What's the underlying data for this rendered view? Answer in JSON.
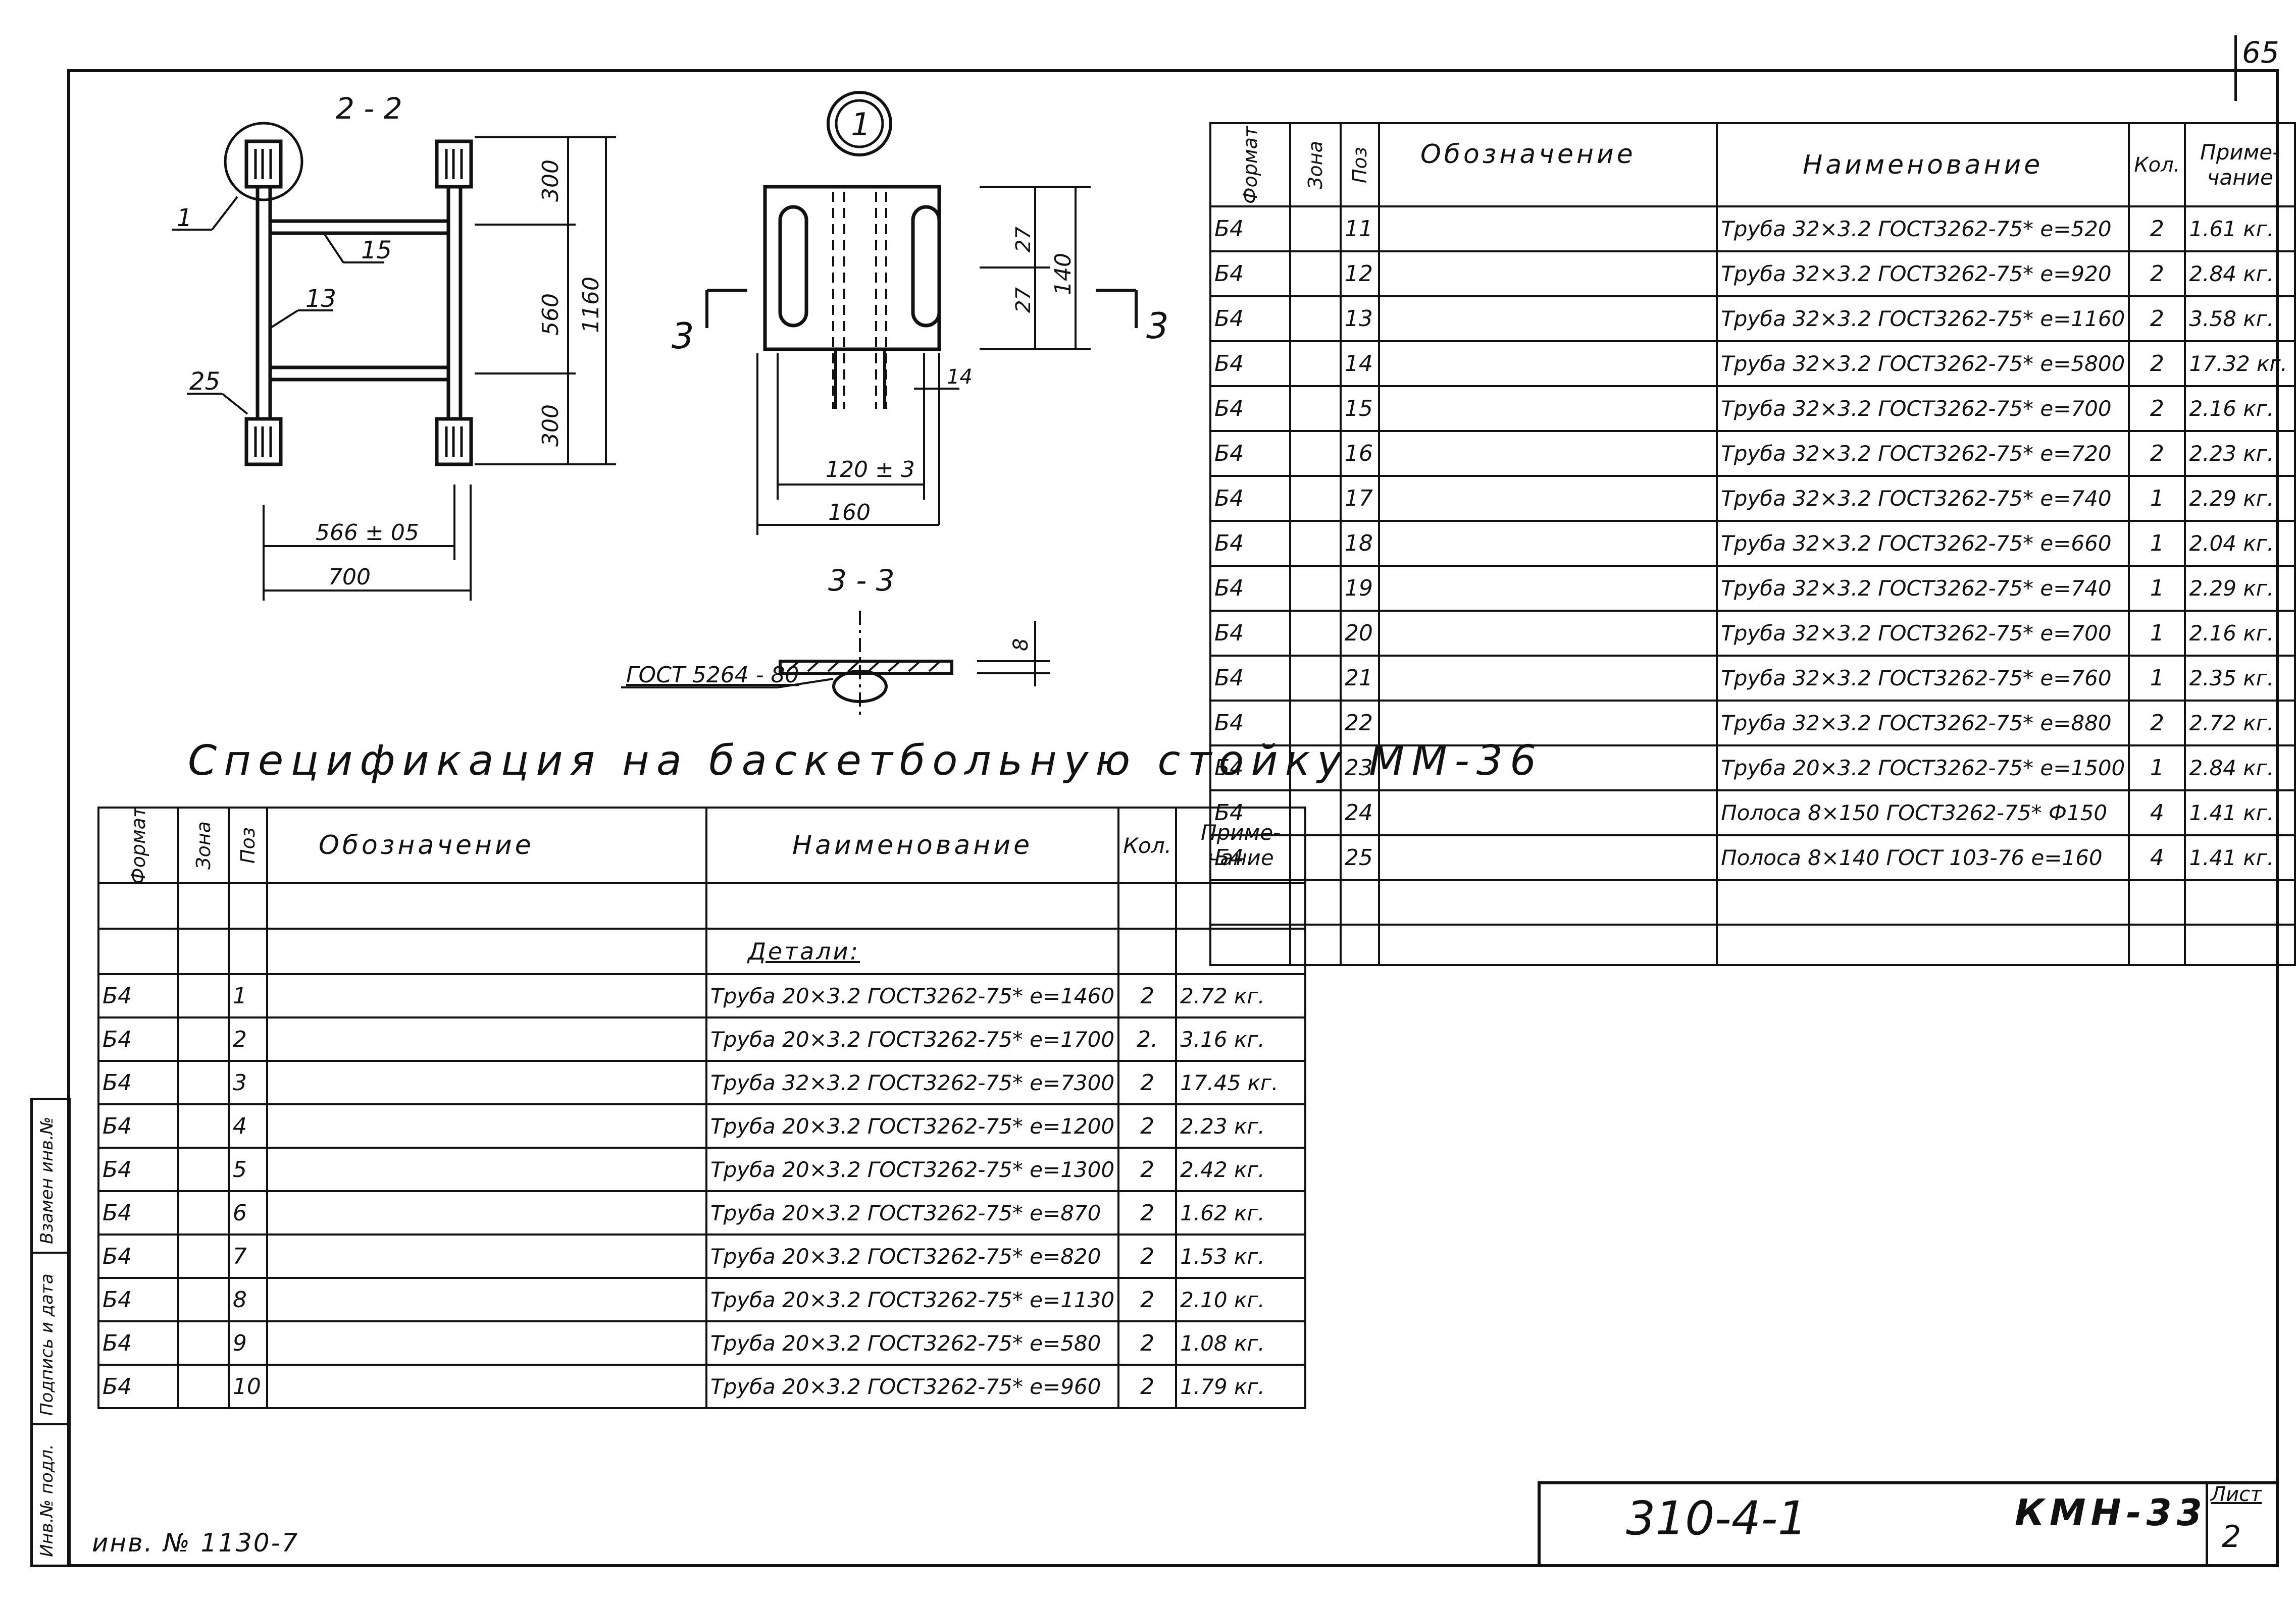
{
  "corner_number": "65",
  "views": {
    "section_22": "2 - 2",
    "section_33": "3 - 3",
    "node_label": "1",
    "cut_label_left": "3",
    "cut_label_right": "3",
    "dims_22": {
      "d300_top": "300",
      "d560": "560",
      "d1160": "1160",
      "d300_bot": "300",
      "d566": "566 ± 05",
      "d700": "700"
    },
    "callouts_22": {
      "c1": "1",
      "c15": "15",
      "c13": "13",
      "c25": "25"
    },
    "dims_node": {
      "d27a": "27",
      "d27b": "27",
      "d140": "140",
      "d14": "14",
      "d120": "120 ± 3",
      "d160": "160"
    },
    "dims_33": {
      "d8": "8",
      "gost": "ГОСТ 5264 - 80"
    }
  },
  "spec_title": "Спецификация на баскетбольную стойку ММ-36",
  "spec_headers": {
    "format": "Формат",
    "zone": "Зона",
    "pos": "Поз",
    "designation": "Обозначение",
    "name": "Наименование",
    "qty": "Кол.",
    "note": "Приме- чание"
  },
  "spec_left": {
    "section_title": "Детали:",
    "rows": [
      {
        "fmt": "Б4",
        "pos": "1",
        "name": "Труба 20×3.2 ГОСТ3262-75* е=1460",
        "qty": "2",
        "note": "2.72 кг."
      },
      {
        "fmt": "Б4",
        "pos": "2",
        "name": "Труба 20×3.2 ГОСТ3262-75* е=1700",
        "qty": "2.",
        "note": "3.16 кг."
      },
      {
        "fmt": "Б4",
        "pos": "3",
        "name": "Труба 32×3.2 ГОСТ3262-75* е=7300",
        "qty": "2",
        "note": "17.45 кг."
      },
      {
        "fmt": "Б4",
        "pos": "4",
        "name": "Труба 20×3.2 ГОСТ3262-75* е=1200",
        "qty": "2",
        "note": "2.23 кг."
      },
      {
        "fmt": "Б4",
        "pos": "5",
        "name": "Труба 20×3.2 ГОСТ3262-75* е=1300",
        "qty": "2",
        "note": "2.42 кг."
      },
      {
        "fmt": "Б4",
        "pos": "6",
        "name": "Труба 20×3.2 ГОСТ3262-75* е=870",
        "qty": "2",
        "note": "1.62 кг."
      },
      {
        "fmt": "Б4",
        "pos": "7",
        "name": "Труба 20×3.2 ГОСТ3262-75* е=820",
        "qty": "2",
        "note": "1.53 кг."
      },
      {
        "fmt": "Б4",
        "pos": "8",
        "name": "Труба 20×3.2 ГОСТ3262-75* е=1130",
        "qty": "2",
        "note": "2.10 кг."
      },
      {
        "fmt": "Б4",
        "pos": "9",
        "name": "Труба 20×3.2 ГОСТ3262-75* е=580",
        "qty": "2",
        "note": "1.08 кг."
      },
      {
        "fmt": "Б4",
        "pos": "10",
        "name": "Труба 20×3.2 ГОСТ3262-75* е=960",
        "qty": "2",
        "note": "1.79 кг."
      }
    ]
  },
  "spec_right": {
    "rows": [
      {
        "fmt": "Б4",
        "pos": "11",
        "name": "Труба 32×3.2 ГОСТ3262-75* е=520",
        "qty": "2",
        "note": "1.61 кг."
      },
      {
        "fmt": "Б4",
        "pos": "12",
        "name": "Труба 32×3.2 ГОСТ3262-75* е=920",
        "qty": "2",
        "note": "2.84 кг."
      },
      {
        "fmt": "Б4",
        "pos": "13",
        "name": "Труба 32×3.2 ГОСТ3262-75* е=1160",
        "qty": "2",
        "note": "3.58 кг."
      },
      {
        "fmt": "Б4",
        "pos": "14",
        "name": "Труба 32×3.2 ГОСТ3262-75* е=5800",
        "qty": "2",
        "note": "17.32 кг."
      },
      {
        "fmt": "Б4",
        "pos": "15",
        "name": "Труба 32×3.2 ГОСТ3262-75* е=700",
        "qty": "2",
        "note": "2.16 кг."
      },
      {
        "fmt": "Б4",
        "pos": "16",
        "name": "Труба 32×3.2 ГОСТ3262-75* е=720",
        "qty": "2",
        "note": "2.23 кг."
      },
      {
        "fmt": "Б4",
        "pos": "17",
        "name": "Труба 32×3.2 ГОСТ3262-75* е=740",
        "qty": "1",
        "note": "2.29 кг."
      },
      {
        "fmt": "Б4",
        "pos": "18",
        "name": "Труба 32×3.2 ГОСТ3262-75* е=660",
        "qty": "1",
        "note": "2.04 кг."
      },
      {
        "fmt": "Б4",
        "pos": "19",
        "name": "Труба 32×3.2 ГОСТ3262-75* е=740",
        "qty": "1",
        "note": "2.29 кг."
      },
      {
        "fmt": "Б4",
        "pos": "20",
        "name": "Труба 32×3.2 ГОСТ3262-75* е=700",
        "qty": "1",
        "note": "2.16 кг."
      },
      {
        "fmt": "Б4",
        "pos": "21",
        "name": "Труба 32×3.2 ГОСТ3262-75* е=760",
        "qty": "1",
        "note": "2.35 кг."
      },
      {
        "fmt": "Б4",
        "pos": "22",
        "name": "Труба 32×3.2 ГОСТ3262-75* е=880",
        "qty": "2",
        "note": "2.72 кг."
      },
      {
        "fmt": "Б4",
        "pos": "23",
        "name": "Труба 20×3.2 ГОСТ3262-75* е=1500",
        "qty": "1",
        "note": "2.84 кг."
      },
      {
        "fmt": "Б4",
        "pos": "24",
        "name": "Полоса 8×150 ГОСТ3262-75* Ф150",
        "qty": "4",
        "note": "1.41 кг."
      },
      {
        "fmt": "Б4",
        "pos": "25",
        "name": "Полоса 8×140 ГОСТ 103-76 е=160",
        "qty": "4",
        "note": "1.41 кг."
      }
    ]
  },
  "stamp": {
    "code": "310-4-1",
    "doc": "КМН-33",
    "sheet_label": "Лист",
    "sheet_no": "2"
  },
  "inventory": "инв. № 1130-7",
  "side_stamp": {
    "a": "Инв.№ подл.",
    "b": "Подпись и дата",
    "c": "Взамен инв.№"
  }
}
